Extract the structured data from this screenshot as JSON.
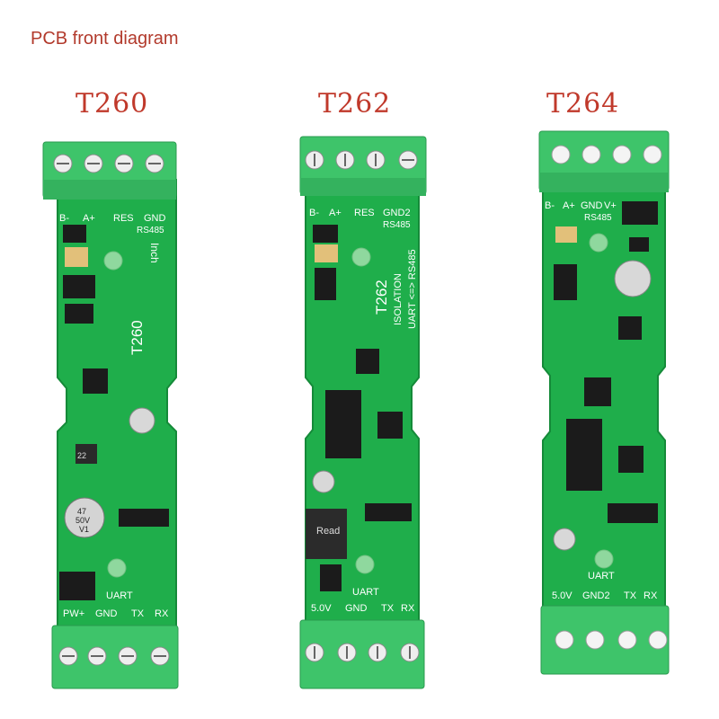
{
  "caption": "PCB front diagram",
  "colors": {
    "pcb": "#1fae4b",
    "terminal": "#3ec46a",
    "chip": "#1b1b1b",
    "title": "#c0392b"
  },
  "boards": [
    {
      "model": "T260",
      "top_labels": [
        "B-",
        "A+",
        "RES",
        "GND"
      ],
      "top_sub": "RS485",
      "side_text": "T260",
      "extra_text": "Inch",
      "bottom_section": "UART",
      "bottom_labels": [
        "PW+",
        "GND",
        "TX",
        "RX"
      ],
      "cap_labels": [
        "47",
        "50V",
        "V1"
      ],
      "inductor_label": "22"
    },
    {
      "model": "T262",
      "top_labels": [
        "B-",
        "A+",
        "RES",
        "GND2"
      ],
      "top_sub": "RS485",
      "side_text": "T262",
      "iso_text_1": "ISOLATION",
      "iso_text_2": "UART <=> RS485",
      "sticker_text": "Read",
      "bottom_section": "UART",
      "bottom_labels": [
        "5.0V",
        "GND",
        "TX",
        "RX"
      ]
    },
    {
      "model": "T264",
      "top_labels": [
        "B-",
        "A+",
        "GND",
        "V+"
      ],
      "top_sub": "RS485",
      "bottom_section": "UART",
      "bottom_labels": [
        "5.0V",
        "GND2",
        "TX",
        "RX"
      ]
    }
  ]
}
